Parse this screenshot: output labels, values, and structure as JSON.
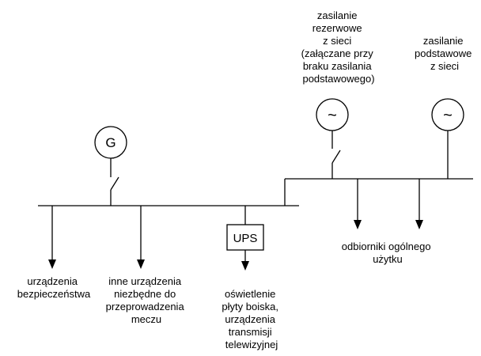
{
  "generator": {
    "symbol": "G"
  },
  "ups": {
    "label": "UPS"
  },
  "sources": [
    {
      "symbol": "~",
      "label_lines": [
        "zasilanie",
        "rezerwowe",
        "z sieci",
        "(załączane przy",
        "braku zasilania",
        "podstawowego)"
      ]
    },
    {
      "symbol": "~",
      "label_lines": [
        "zasilanie",
        "podstawowe",
        "z sieci"
      ]
    }
  ],
  "loads": {
    "safety": [
      "urządzenia",
      "bezpieczeństwa"
    ],
    "other": [
      "inne urządzenia",
      "niezbędne do",
      "przeprowadzenia",
      "meczu"
    ],
    "lighting": [
      "oświetlenie",
      "płyty boiska,",
      "urządzenia",
      "transmisji",
      "telewizyjnej"
    ],
    "general": [
      "odbiorniki ogólnego",
      "użytku"
    ]
  }
}
